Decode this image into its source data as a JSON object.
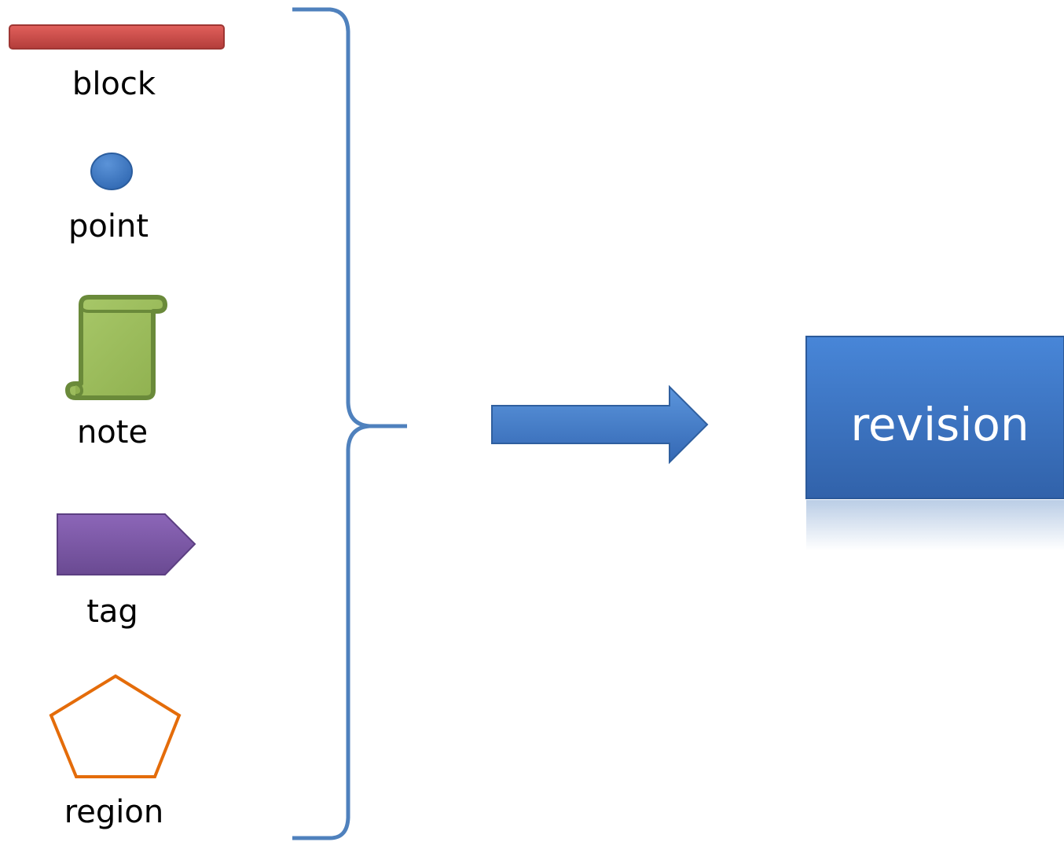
{
  "legend": {
    "items": [
      {
        "label": "block",
        "icon": "red-bar-icon",
        "color": "#c0504d"
      },
      {
        "label": "point",
        "icon": "blue-circle-icon",
        "color": "#4a7ebb"
      },
      {
        "label": "note",
        "icon": "scroll-icon",
        "color": "#9bbb59"
      },
      {
        "label": "tag",
        "icon": "pentagon-arrow-icon",
        "color": "#7e5aa4"
      },
      {
        "label": "region",
        "icon": "pentagon-outline-icon",
        "color": "#e46c0a"
      }
    ]
  },
  "brace": {
    "icon": "right-curly-brace-icon",
    "color": "#4f81bd"
  },
  "arrow": {
    "icon": "right-arrow-icon",
    "color": "#4a7ebb"
  },
  "result": {
    "label": "revision",
    "color": "#3a70b6"
  }
}
